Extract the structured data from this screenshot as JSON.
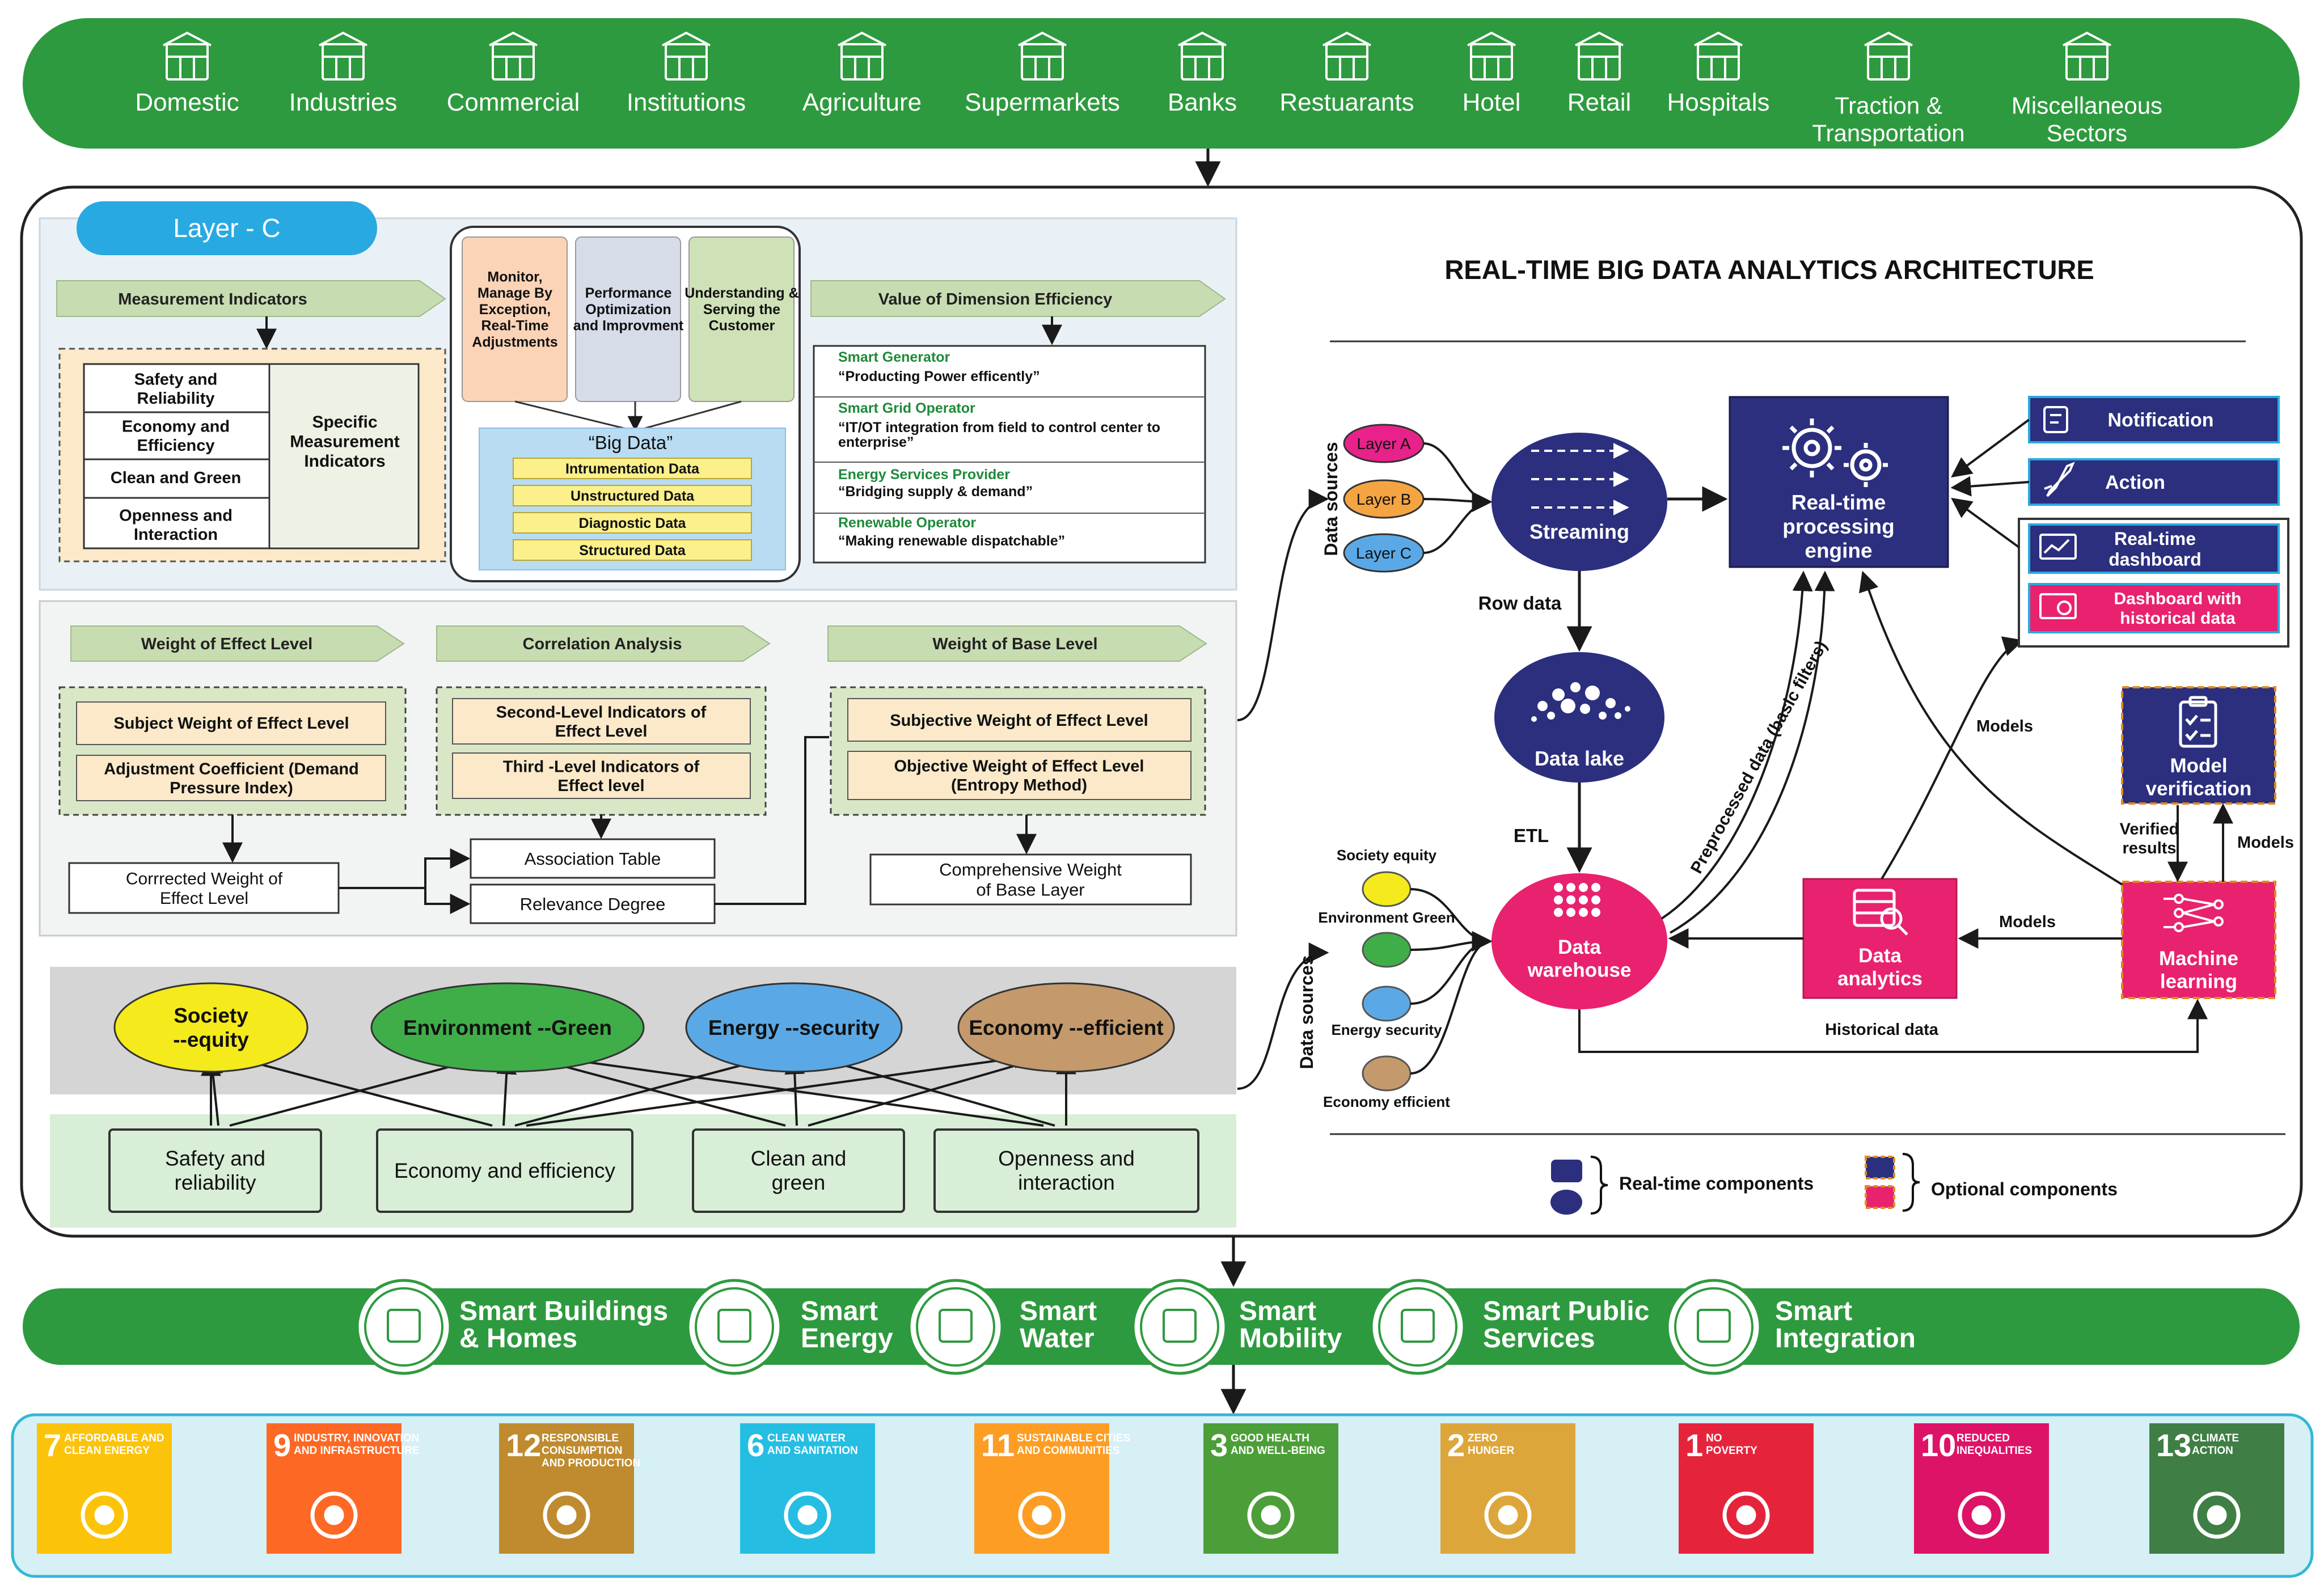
{
  "top_band": {
    "sectors": [
      {
        "label": "Domestic",
        "icon": "house-solar-icon"
      },
      {
        "label": "Industries",
        "icon": "factory-icon"
      },
      {
        "label": "Commercial",
        "icon": "building-icon"
      },
      {
        "label": "Institutions",
        "icon": "institution-icon"
      },
      {
        "label": "Agriculture",
        "icon": "farm-icon"
      },
      {
        "label": "Supermarkets",
        "icon": "supermarket-icon"
      },
      {
        "label": "Banks",
        "icon": "bank-icon"
      },
      {
        "label": "Restuarants",
        "icon": "cloche-icon"
      },
      {
        "label": "Hotel",
        "icon": "hotel-icon"
      },
      {
        "label": "Retail",
        "icon": "cart-icon"
      },
      {
        "label": "Hospitals",
        "icon": "hospital-icon"
      },
      {
        "label_lines": [
          "Traction &",
          "Transportation"
        ],
        "icon": "transport-icon"
      },
      {
        "label_lines": [
          "Miscellaneous",
          "Sectors"
        ],
        "icon": "gear-leaf-icon"
      }
    ]
  },
  "layer_c": {
    "badge": "Layer - C",
    "measurement_header": "Measurement Indicators",
    "measurement_items": [
      "Safety and Reliability",
      "Economy and Efficiency",
      "Clean and Green",
      "Openness and Interaction"
    ],
    "specific_indicators": "Specific Measurement Indicators",
    "pillars": [
      "Monitor, Manage By Exception, Real-Time Adjustments",
      "Performance Optimization and Improvment",
      "Understanding & Serving the Customer"
    ],
    "big_data_title": "“Big Data”",
    "big_data_items": [
      "Intrumentation Data",
      "Unstructured Data",
      "Diagnostic Data",
      "Structured Data"
    ],
    "value_header": "Value of Dimension Efficiency",
    "value_items": [
      {
        "title": "Smart Generator",
        "desc": "“Producting Power efficently”"
      },
      {
        "title": "Smart Grid Operator",
        "desc": "“IT/OT integration from field to control center to enterprise”"
      },
      {
        "title": "Energy Services Provider",
        "desc": "“Bridging supply & demand”"
      },
      {
        "title": "Renewable Operator",
        "desc": "“Making renewable dispatchable”"
      }
    ]
  },
  "weights": {
    "effect_header": "Weight of Effect Level",
    "correlation_header": "Correlation Analysis",
    "base_header": "Weight of Base Level",
    "effect_items": [
      "Subject Weight of Effect Level",
      "Adjustment Coefficient (Demand Pressure Index)"
    ],
    "correlation_items": [
      "Second-Level Indicators of Effect Level",
      "Third -Level Indicators    of Effect level"
    ],
    "base_items": [
      "Subjective Weight of Effect Level",
      "Objective Weight of Effect Level (Entropy Method)"
    ],
    "corrected": "Corrrected Weight of Effect Level",
    "association": "Association Table",
    "relevance": "Relevance Degree",
    "comprehensive": "Comprehensive Weight of Base Layer"
  },
  "goals": {
    "ellipses": [
      "Society --equity",
      "Environment --Green",
      "Energy --security",
      "Economy --efficient"
    ],
    "ellipse_colors": [
      "#f5ea1c",
      "#3fae49",
      "#5aa9e6",
      "#c49a6c"
    ],
    "boxes": [
      "Safety and reliability",
      "Economy and efficiency",
      "Clean and green",
      "Openness and interaction"
    ]
  },
  "arch": {
    "title": "REAL-TIME BIG DATA ANALYTICS ARCHITECTURE",
    "data_sources": "Data sources",
    "layers": [
      "Layer A",
      "Layer B",
      "Layer C"
    ],
    "layer_colors": [
      "#e8228a",
      "#f5a442",
      "#5aa9e6"
    ],
    "streaming": "Streaming",
    "row_data": "Row data",
    "data_lake": "Data lake",
    "etl": "ETL",
    "engine": "Real-time processing engine",
    "notification": "Notification",
    "action": "Action",
    "dashboard": "Real-time dashboard",
    "hist_dashboard": "Dashboard with historical data",
    "preprocessed": "Preprocessed data (basic filters)",
    "models": "Models",
    "model_verification": "Model verification",
    "verified_results": "Verified results",
    "data_warehouse": "Data warehouse",
    "data_analytics": "Data analytics",
    "machine_learning": "Machine learning",
    "historical_data": "Historical data",
    "sources2": [
      "Society equity",
      "Environment Green",
      "Energy security",
      "Economy efficient"
    ],
    "source2_colors": [
      "#f5ea1c",
      "#3fae49",
      "#5aa9e6",
      "#c49a6c"
    ],
    "legend_rt": "Real-time components",
    "legend_opt": "Optional components",
    "navy": "#2b2f7e",
    "pink": "#e8226e"
  },
  "smart_band": {
    "items": [
      {
        "lines": [
          "Smart Buildings",
          "& Homes"
        ],
        "icon": "buildings-icon"
      },
      {
        "lines": [
          "Smart",
          "Energy"
        ],
        "icon": "solar-panel-icon"
      },
      {
        "lines": [
          "Smart",
          "Water"
        ],
        "icon": "water-tap-icon"
      },
      {
        "lines": [
          "Smart",
          "Mobility"
        ],
        "icon": "electric-car-icon"
      },
      {
        "lines": [
          "Smart Public",
          "Services"
        ],
        "icon": "cctv-icon"
      },
      {
        "lines": [
          "Smart",
          "Integration"
        ],
        "icon": "network-tree-icon"
      }
    ]
  },
  "sdg": {
    "tiles": [
      {
        "num": "7",
        "lines": [
          "AFFORDABLE AND",
          "CLEAN ENERGY"
        ],
        "color": "#fcc30b",
        "icon": "sun-icon"
      },
      {
        "num": "9",
        "lines": [
          "INDUSTRY, INNOVATION",
          "AND INFRASTRUCTURE"
        ],
        "color": "#fd6925",
        "icon": "cubes-icon"
      },
      {
        "num": "12",
        "lines": [
          "RESPONSIBLE",
          "CONSUMPTION",
          "AND PRODUCTION"
        ],
        "color": "#bf8b2e",
        "icon": "infinity-icon"
      },
      {
        "num": "6",
        "lines": [
          "CLEAN WATER",
          "AND SANITATION"
        ],
        "color": "#26bde2",
        "icon": "water-glass-icon"
      },
      {
        "num": "11",
        "lines": [
          "SUSTAINABLE CITIES",
          "AND COMMUNITIES"
        ],
        "color": "#fd9d24",
        "icon": "city-icon"
      },
      {
        "num": "3",
        "lines": [
          "GOOD HEALTH",
          "AND WELL-BEING"
        ],
        "color": "#4c9f38",
        "icon": "heartbeat-icon"
      },
      {
        "num": "2",
        "lines": [
          "ZERO",
          "HUNGER"
        ],
        "color": "#dda63a",
        "icon": "bowl-icon"
      },
      {
        "num": "1",
        "lines": [
          "NO",
          "POVERTY"
        ],
        "color": "#e5243b",
        "icon": "family-icon"
      },
      {
        "num": "10",
        "lines": [
          "REDUCED",
          "INEQUALITIES"
        ],
        "color": "#dd1367",
        "icon": "equality-icon"
      },
      {
        "num": "13",
        "lines": [
          "CLIMATE",
          "ACTION"
        ],
        "color": "#3f7e44",
        "icon": "eye-globe-icon"
      }
    ]
  }
}
